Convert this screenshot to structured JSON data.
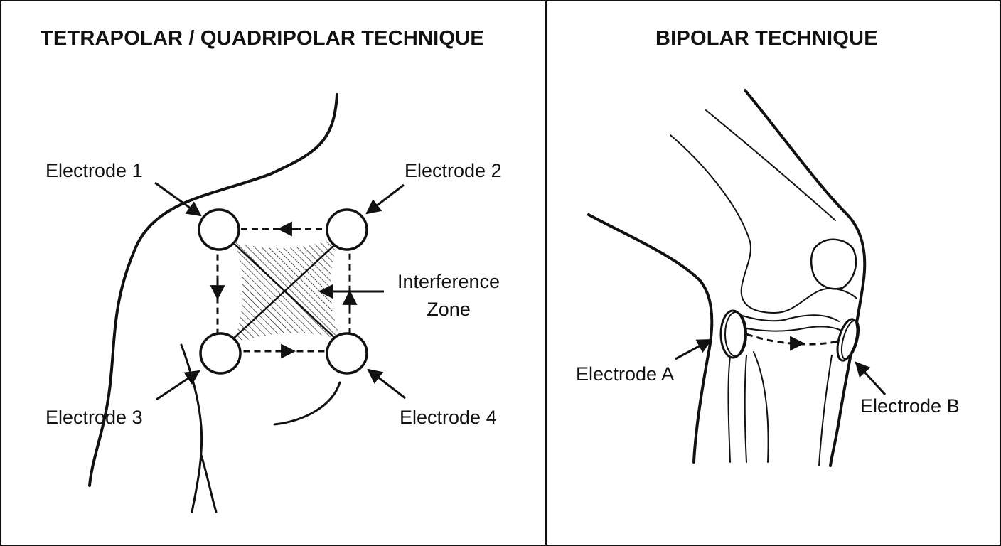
{
  "left_panel": {
    "title": "TETRAPOLAR / QUADRIPOLAR TECHNIQUE",
    "electrode_1": "Electrode 1",
    "electrode_2": "Electrode 2",
    "electrode_3": "Electrode 3",
    "electrode_4": "Electrode 4",
    "interference_line1": "Interference",
    "interference_line2": "Zone"
  },
  "right_panel": {
    "title": "BIPOLAR TECHNIQUE",
    "electrode_a": "Electrode A",
    "electrode_b": "Electrode B"
  },
  "colors": {
    "ink": "#111111",
    "background": "#ffffff"
  }
}
